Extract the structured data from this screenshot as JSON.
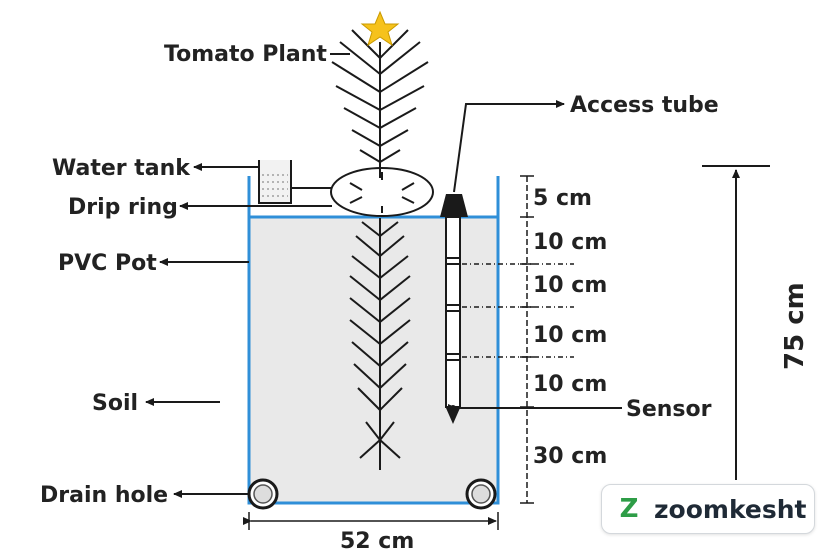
{
  "labels": {
    "tomato_plant": "Tomato Plant",
    "access_tube": "Access tube",
    "water_tank": "Water tank",
    "drip_ring": "Drip ring",
    "pvc_pot": "PVC Pot",
    "soil": "Soil",
    "drain_hole": "Drain hole",
    "sensor": "Sensor"
  },
  "dimensions": {
    "top_gap": "5 cm",
    "layer_1": "10 cm",
    "layer_2": "10 cm",
    "layer_3": "10 cm",
    "layer_4": "10 cm",
    "bottom": "30 cm",
    "pot_width": "52 cm",
    "pot_height": "75 cm"
  },
  "watermark": {
    "mark": "Z",
    "text": "zoomkesht"
  },
  "colors": {
    "pot_outline": "#2f8fd8",
    "soil_fill": "#e9e9e9",
    "flower": "#f6c21c",
    "line": "#1a1a1a",
    "brand_green": "#2e9d47"
  }
}
